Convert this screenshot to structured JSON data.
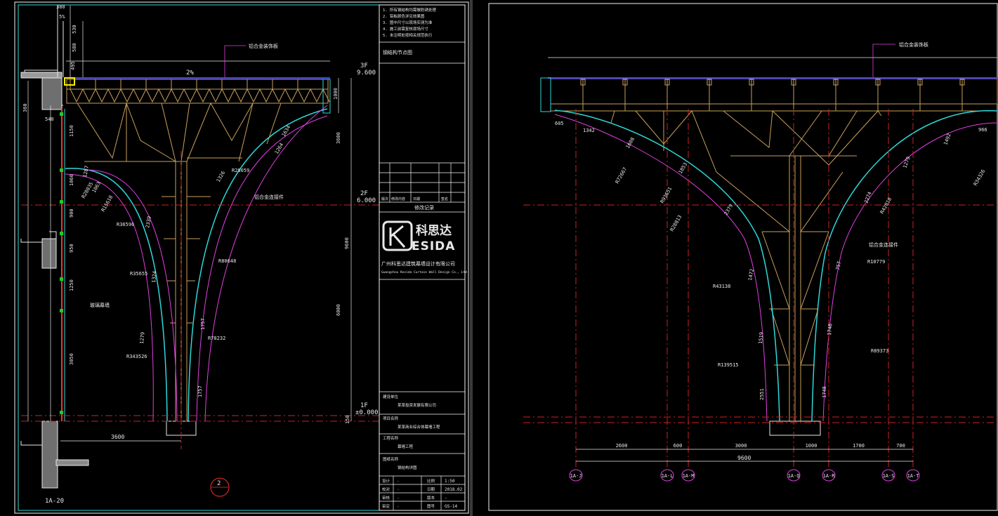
{
  "left_sheet": {
    "levels": {
      "roof": {
        "name": "3F",
        "elev": "9.600"
      },
      "mid": {
        "name": "2F",
        "elev": "6.000"
      },
      "ground": {
        "name": "1F",
        "elev": "±0.000"
      }
    },
    "slope": "2%",
    "top_dims": [
      "380",
      "5%",
      "530",
      "580",
      "495"
    ],
    "left_dims": [
      "360",
      "540",
      "1150",
      "1060",
      "900",
      "950",
      "1250",
      "3050"
    ],
    "right_dims": [
      "1000",
      "3600",
      "9600",
      "6000",
      "150"
    ],
    "bottom_dim": "3600",
    "radii": [
      "R28035",
      "R15618",
      "R36596",
      "R35655",
      "R343526",
      "R28059",
      "R80648",
      "R78232"
    ],
    "arc_segments": [
      "1287",
      "1063",
      "1634",
      "1264",
      "1326",
      "2339",
      "1324",
      "1279",
      "1757",
      "1757"
    ],
    "grid_label": "1A-20",
    "detail_no": "2",
    "note_labels": [
      "铝合金装饰板",
      "铝合金连接件",
      "玻璃幕墙"
    ]
  },
  "right_sheet": {
    "dims": [
      "2600",
      "600",
      "3000",
      "1000",
      "1700",
      "700"
    ],
    "total": "9600",
    "grid_labels": [
      "1A-J",
      "1A-L",
      "1A-M",
      "1A-Q",
      "1A-R",
      "1A-S",
      "1A-T"
    ],
    "radii": [
      "R72667",
      "R93651",
      "R28813",
      "R43138",
      "R139515",
      "R42810",
      "R10779",
      "R89373",
      "R34326"
    ],
    "arc_segments": [
      "605",
      "1342",
      "1608",
      "1853",
      "2379",
      "1472",
      "1519",
      "2551",
      "966",
      "1492",
      "1279",
      "2274",
      "757",
      "1748",
      "1748"
    ],
    "note_labels": [
      "铝合金装饰板",
      "铝合金连接件"
    ]
  },
  "title_block": {
    "notes": [
      "1. 所有钢结构均需做防锈处理",
      "2. 铝板颜色详见效果图",
      "3. 图中尺寸以现场实测为准",
      "4. 施工前需复核现场尺寸",
      "5. 未注明处按相关规范执行"
    ],
    "drawing_title": "钢结构节点图",
    "company_cn": "广州科思达建筑幕墙设计有限公司",
    "company_en": "Guangzhou Kesida Curtain Wall Design Co., Ltd",
    "logo_cn": "科思达",
    "logo_en": "ESIDA",
    "rows": [
      {
        "label": "建设单位",
        "value": "某某投资发展有限公司"
      },
      {
        "label": "项目名称",
        "value": "某某商业综合体幕墙工程"
      },
      {
        "label": "工程名称",
        "value": "幕墙工程"
      },
      {
        "label": "图纸名称",
        "value": "钢结构详图"
      }
    ],
    "sign": [
      {
        "k1": "设计",
        "v1": "-",
        "k2": "比例",
        "v2": "1:50"
      },
      {
        "k1": "校对",
        "v1": "-",
        "k2": "日期",
        "v2": "2018.02"
      },
      {
        "k1": "审核",
        "v1": "-",
        "k2": "版本",
        "v2": "-"
      },
      {
        "k1": "审定",
        "v1": "-",
        "k2": "图号",
        "v2": "GS-14"
      }
    ],
    "rev_headers": [
      "版次",
      "修改内容",
      "日期",
      "签名"
    ],
    "rev_label": "修改记录"
  }
}
